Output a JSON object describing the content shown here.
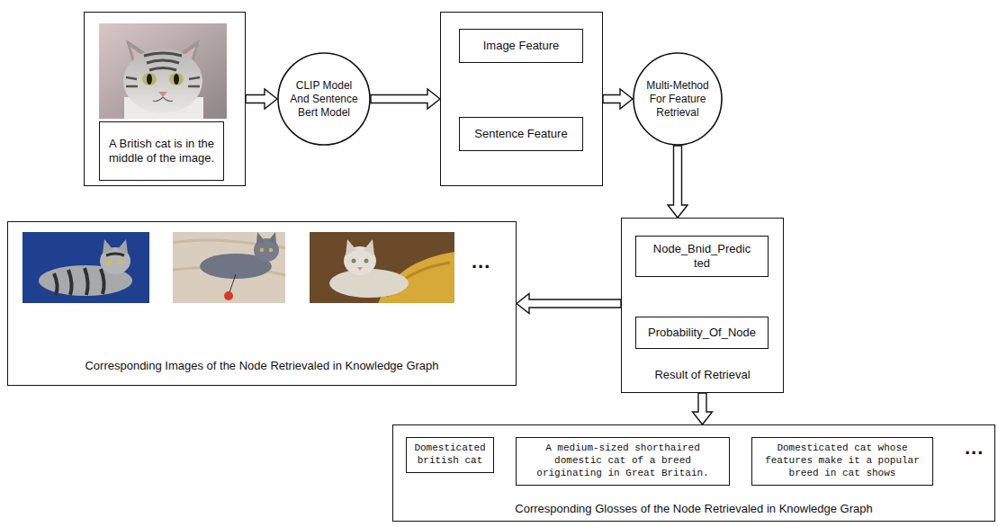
{
  "diagram": {
    "nodes": [
      {
        "text": []
      },
      {
        "text": [
          "A British cat is in the middle of the image."
        ],
        "in": 0
      },
      {
        "text": [
          "CLIP Model And Sentence Bert Model"
        ]
      },
      {
        "text": []
      },
      {
        "text": [
          "Image Feature"
        ],
        "in": 3
      },
      {
        "text": [
          "Sentence Feature"
        ],
        "in": 3
      },
      {
        "text": [
          "Multi-Method For Feature Retrieval"
        ]
      },
      {
        "text": [
          "Result of Retrieval"
        ]
      },
      {
        "text": [
          "Node_Bnid_Predicted"
        ],
        "in": 7
      },
      {
        "text": [
          "Probability_Of_Node"
        ],
        "in": 7
      },
      {
        "text": [
          "Corresponding Images of the Node Retrievaled in Knowledge Graph"
        ]
      },
      {
        "text": [
          "Corresponding Glosses of the Node Retrievaled in Knowledge Graph"
        ]
      },
      {
        "text": [
          "Domesticated british cat"
        ],
        "in": 11
      },
      {
        "text": [
          "A medium-sized shorthaired domestic cat of a breed originating in Great Britain."
        ],
        "in": 11
      },
      {
        "text": [
          "Domesticated cat whose features make it a popular breed in cat shows"
        ],
        "in": 11
      }
    ],
    "edges": [
      {
        "from": 0,
        "to": 2,
        "arrow": "to"
      },
      {
        "from": 2,
        "to": 3,
        "arrow": "to"
      },
      {
        "from": 3,
        "to": 6,
        "arrow": "to"
      },
      {
        "from": 6,
        "to": 7,
        "arrow": "to"
      },
      {
        "from": 7,
        "to": 10,
        "arrow": "to"
      },
      {
        "from": 7,
        "to": 11,
        "arrow": "to"
      }
    ],
    "labels": [
      "...",
      "..."
    ]
  }
}
